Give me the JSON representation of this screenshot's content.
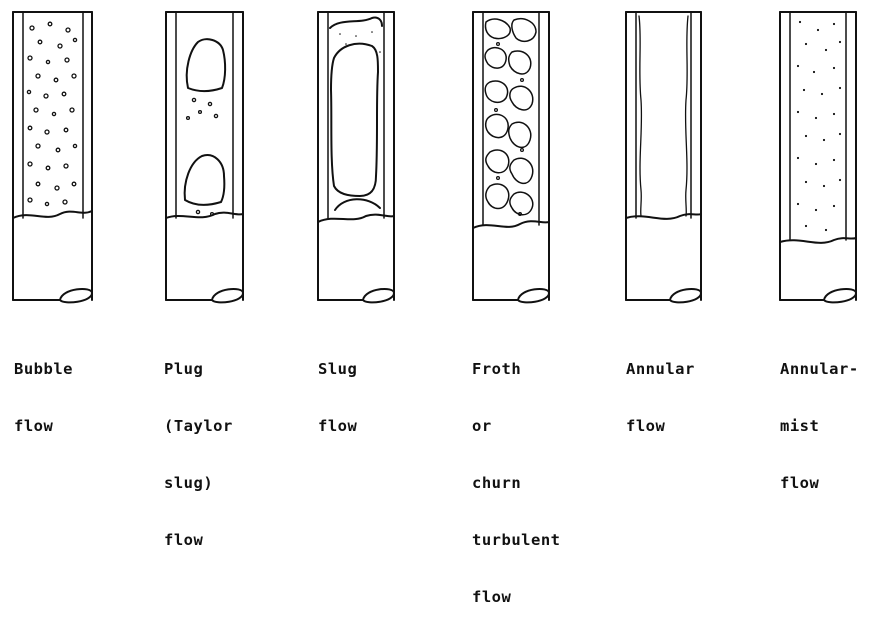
{
  "figure": {
    "regimes": [
      {
        "id": "bubble",
        "caption_lines": [
          "Bubble",
          "flow"
        ]
      },
      {
        "id": "plug",
        "caption_lines": [
          "Plug",
          "(Taylor",
          "slug)",
          "flow"
        ]
      },
      {
        "id": "slug",
        "caption_lines": [
          "Slug",
          "flow"
        ]
      },
      {
        "id": "froth",
        "caption_lines": [
          "Froth",
          "or",
          "churn",
          "turbulent",
          "flow"
        ]
      },
      {
        "id": "annular",
        "caption_lines": [
          "Annular",
          "flow"
        ]
      },
      {
        "id": "mist",
        "caption_lines": [
          "Annular-",
          "mist",
          "flow"
        ]
      }
    ]
  }
}
